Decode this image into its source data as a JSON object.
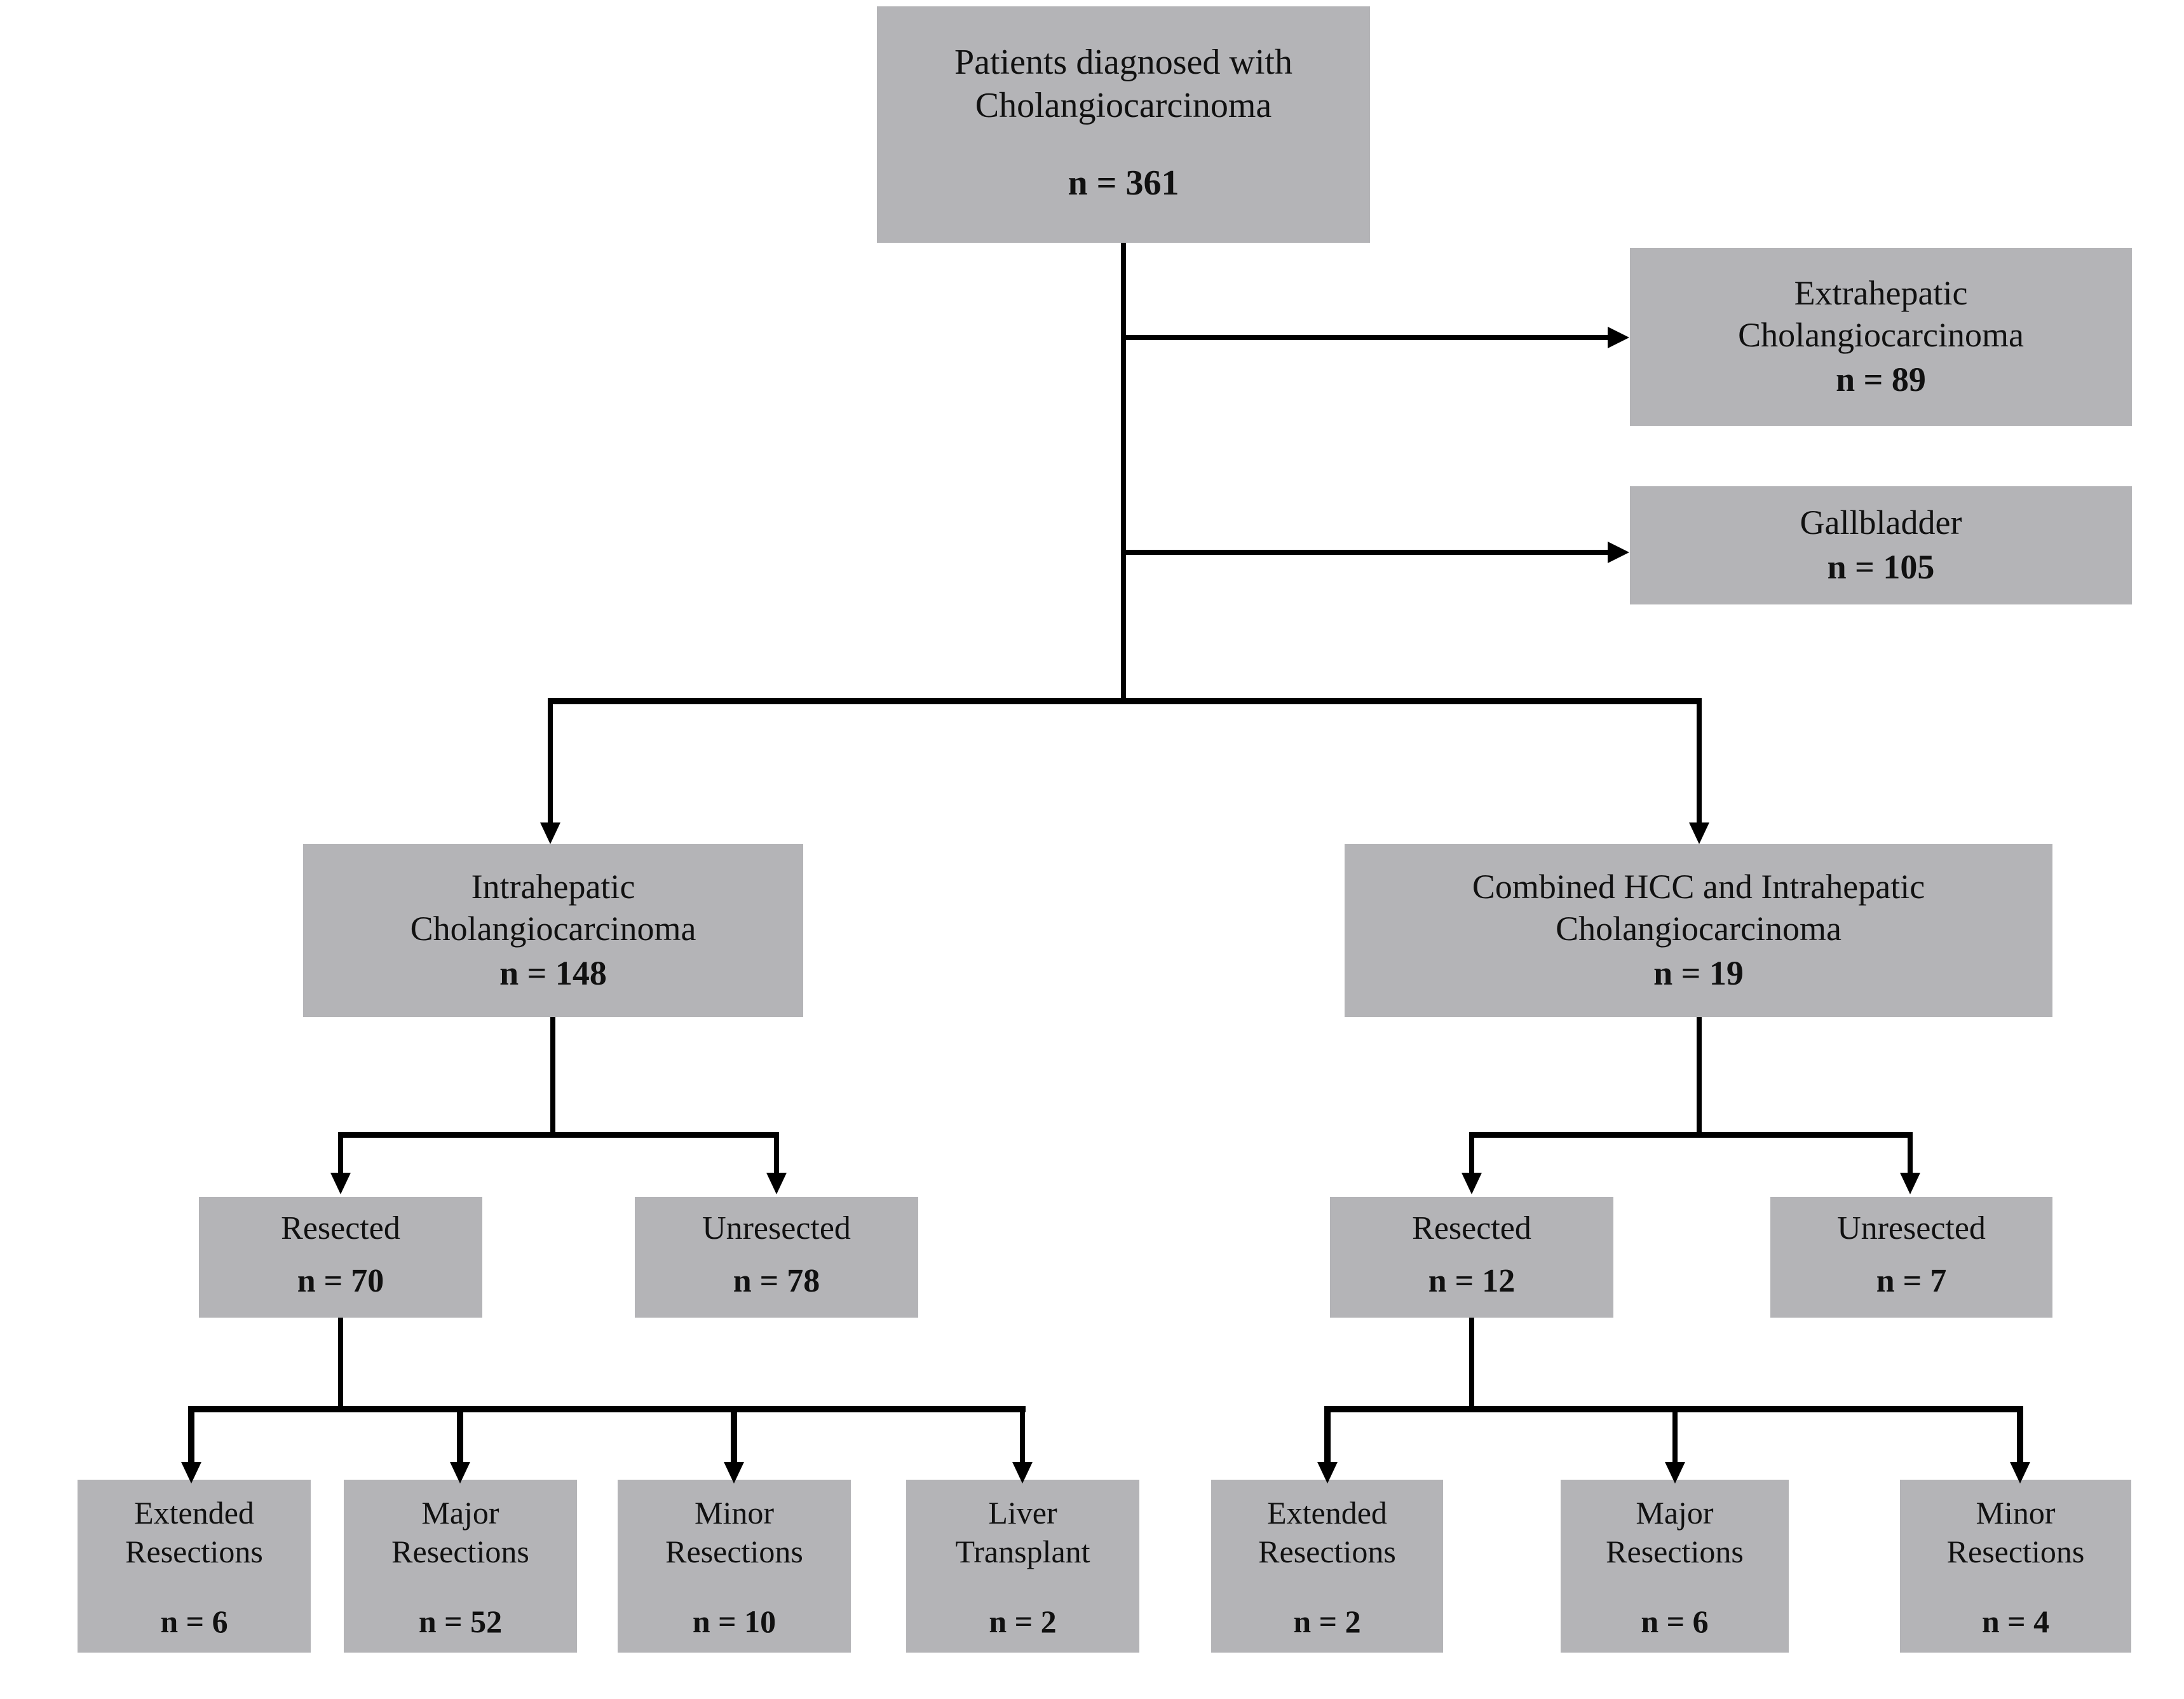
{
  "diagram": {
    "title": "Cholangiocarcinoma patient cohort flow diagram",
    "box_fill": "#b4b4b7",
    "line_color": "#000000",
    "background": "#ffffff"
  },
  "nodes": {
    "root": {
      "title": "Patients diagnosed with\nCholangiocarcinoma",
      "count": "n = 361"
    },
    "extrahepatic": {
      "title": "Extrahepatic\nCholangiocarcinoma",
      "count": "n = 89"
    },
    "gallbladder": {
      "title": "Gallbladder",
      "count": "n = 105"
    },
    "intrahepatic": {
      "title": "Intrahepatic\nCholangiocarcinoma",
      "count": "n = 148"
    },
    "combined": {
      "title": "Combined HCC and Intrahepatic\nCholangiocarcinoma",
      "count": "n = 19"
    },
    "intra_resected": {
      "title": "Resected",
      "count": "n = 70"
    },
    "intra_unresected": {
      "title": "Unresected",
      "count": "n = 78"
    },
    "comb_resected": {
      "title": "Resected",
      "count": "n = 12"
    },
    "comb_unresected": {
      "title": "Unresected",
      "count": "n = 7"
    },
    "intra_extended": {
      "title": "Extended\nResections",
      "count": "n = 6"
    },
    "intra_major": {
      "title": "Major\nResections",
      "count": "n = 52"
    },
    "intra_minor": {
      "title": "Minor\nResections",
      "count": "n = 10"
    },
    "intra_transplant": {
      "title": "Liver\nTransplant",
      "count": "n = 2"
    },
    "comb_extended": {
      "title": "Extended\nResections",
      "count": "n = 2"
    },
    "comb_major": {
      "title": "Major\nResections",
      "count": "n = 6"
    },
    "comb_minor": {
      "title": "Minor\nResections",
      "count": "n = 4"
    }
  },
  "chart_data": {
    "type": "diagram",
    "title": "Patient cohort flow (CONSORT-style)",
    "total": 361,
    "edges": [
      {
        "from": "root",
        "to": "extrahepatic",
        "style": "right-arrow"
      },
      {
        "from": "root",
        "to": "gallbladder",
        "style": "right-arrow"
      },
      {
        "from": "root",
        "to": "intrahepatic",
        "style": "down-arrow"
      },
      {
        "from": "root",
        "to": "combined",
        "style": "down-arrow"
      },
      {
        "from": "intrahepatic",
        "to": "intra_resected",
        "style": "down-arrow"
      },
      {
        "from": "intrahepatic",
        "to": "intra_unresected",
        "style": "down-arrow"
      },
      {
        "from": "intra_resected",
        "to": "intra_extended",
        "style": "down-arrow"
      },
      {
        "from": "intra_resected",
        "to": "intra_major",
        "style": "down-arrow"
      },
      {
        "from": "intra_resected",
        "to": "intra_minor",
        "style": "down-arrow"
      },
      {
        "from": "intra_resected",
        "to": "intra_transplant",
        "style": "down-arrow"
      },
      {
        "from": "combined",
        "to": "comb_resected",
        "style": "down-arrow"
      },
      {
        "from": "combined",
        "to": "comb_unresected",
        "style": "down-arrow"
      },
      {
        "from": "comb_resected",
        "to": "comb_extended",
        "style": "down-arrow"
      },
      {
        "from": "comb_resected",
        "to": "comb_major",
        "style": "down-arrow"
      },
      {
        "from": "comb_resected",
        "to": "comb_minor",
        "style": "down-arrow"
      }
    ],
    "values": {
      "Patients diagnosed with Cholangiocarcinoma": 361,
      "Extrahepatic Cholangiocarcinoma": 89,
      "Gallbladder": 105,
      "Intrahepatic Cholangiocarcinoma": 148,
      "Combined HCC and Intrahepatic Cholangiocarcinoma": 19,
      "Intrahepatic Resected": 70,
      "Intrahepatic Unresected": 78,
      "Intrahepatic Extended Resections": 6,
      "Intrahepatic Major Resections": 52,
      "Intrahepatic Minor Resections": 10,
      "Intrahepatic Liver Transplant": 2,
      "Combined Resected": 12,
      "Combined Unresected": 7,
      "Combined Extended Resections": 2,
      "Combined Major Resections": 6,
      "Combined Minor Resections": 4
    }
  }
}
